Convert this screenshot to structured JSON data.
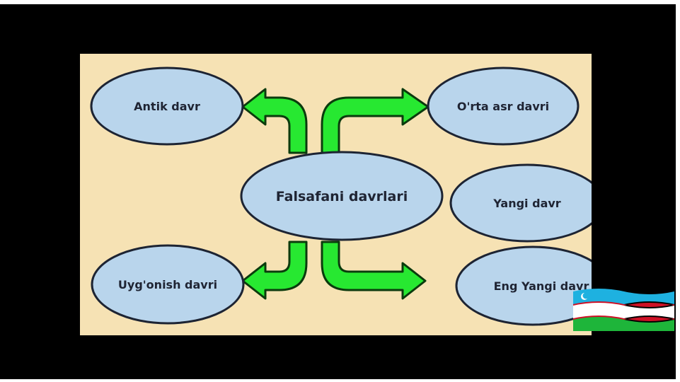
{
  "diagram": {
    "center": {
      "label": "Falsafani davrlari"
    },
    "periods": [
      {
        "label": "Antik davr"
      },
      {
        "label": "O'rta asr davri"
      },
      {
        "label": "Yangi davr"
      },
      {
        "label": "Uyg'onish davri"
      },
      {
        "label": "Eng Yangi davr"
      }
    ]
  },
  "colors": {
    "frame": "#000000",
    "slide_background": "#f6e2b4",
    "ellipse_fill": "#b9d5ec",
    "ellipse_stroke": "#1d2433",
    "arrow_fill": "#27e831",
    "arrow_stroke": "#0b3b0d",
    "flag_blue": "#1eb1e0",
    "flag_white": "#ffffff",
    "flag_green": "#1eb53a",
    "flag_red": "#ce1126"
  },
  "icons": {
    "arrows": "curved-arrow-icon",
    "flag": "uzbekistan-flag-icon"
  }
}
